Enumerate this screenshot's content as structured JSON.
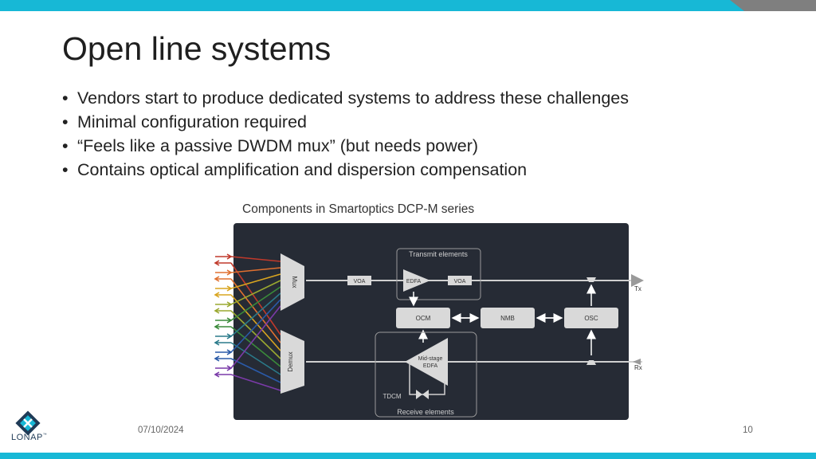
{
  "slide": {
    "title": "Open line systems",
    "bullets": [
      "Vendors start to produce dedicated systems to address these challenges",
      "Minimal configuration required",
      "“Feels like a passive DWDM mux” (but needs power)",
      "Contains optical amplification and dispersion compensation"
    ],
    "caption": "Components in Smartoptics DCP-M series",
    "date": "07/10/2024",
    "page_number": "10",
    "logo_text": "LONAP",
    "logo_tm": "™"
  },
  "diagram": {
    "mux": "Mux",
    "demux": "Demux",
    "transmit_group": "Transmit elements",
    "receive_group": "Receive elements",
    "voa_in": "VOA",
    "edfa": "EDFA",
    "voa_out": "VOA",
    "ocm": "OCM",
    "nmb": "NMB",
    "osc": "OSC",
    "mid_stage_1": "Mid-stage",
    "mid_stage_2": "EDFA",
    "tdcm": "TDCM",
    "tx": "Tx",
    "rx": "Rx"
  },
  "colors": {
    "accent": "#17b8d6",
    "secondary_bar": "#7f7f7f",
    "diagram_bg": "#262b35",
    "block_fill": "#d9d9d9",
    "channels": [
      "#c0392b",
      "#e07030",
      "#d9a520",
      "#9aa830",
      "#3a8a3a",
      "#2a7a8a",
      "#2a5aa8",
      "#7a3aa8"
    ]
  }
}
